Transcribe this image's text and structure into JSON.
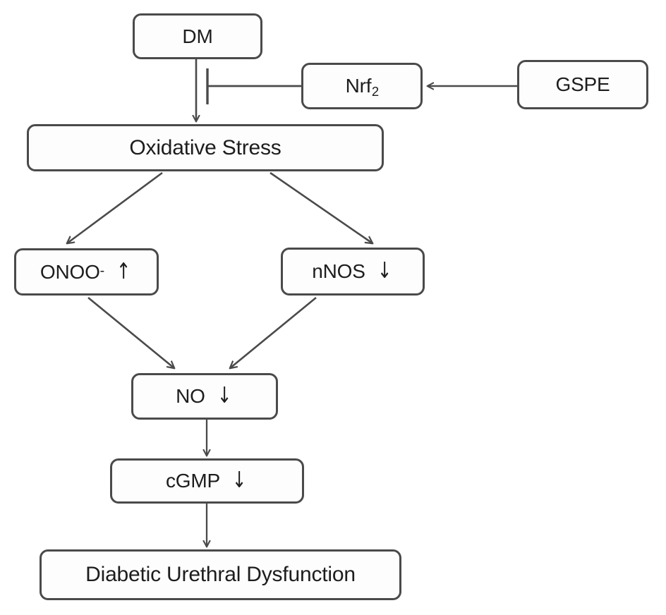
{
  "diagram": {
    "title": "GSPE / Nrf2 pathway in diabetic urethral dysfunction",
    "background_color": "#ffffff",
    "stroke_color": "#4a4a4a",
    "text_color": "#1d1d1d",
    "nodes": {
      "dm": {
        "id": "dm",
        "label": "DM"
      },
      "nrf2": {
        "id": "nrf2",
        "label": "Nrf",
        "subscript": "2",
        "full_label": "Nrf2"
      },
      "gspe": {
        "id": "gspe",
        "label": "GSPE"
      },
      "oxidative": {
        "id": "oxidative",
        "label": "Oxidative Stress"
      },
      "onoo": {
        "id": "onoo",
        "label": "ONOO",
        "superscript": "-",
        "trend": "↑",
        "trend_name": "up-arrow",
        "full_label": "ONOO- ↑"
      },
      "nnos": {
        "id": "nnos",
        "label": "nNOS",
        "trend": "↓",
        "trend_name": "down-arrow",
        "full_label": "nNOS ↓"
      },
      "no": {
        "id": "no",
        "label": "NO",
        "trend": "↓",
        "trend_name": "down-arrow",
        "full_label": "NO ↓"
      },
      "cgmp": {
        "id": "cgmp",
        "label": "cGMP",
        "trend": "↓",
        "trend_name": "down-arrow",
        "full_label": "cGMP ↓"
      },
      "outcome": {
        "id": "outcome",
        "label": "Diabetic Urethral Dysfunction"
      }
    },
    "edges": [
      {
        "id": "dm-to-oxidative",
        "from": "dm",
        "to": "oxidative",
        "kind": "activation",
        "marker": "arrowhead"
      },
      {
        "id": "nrf2-inhibits-dm-axis",
        "from": "nrf2",
        "to": "dm-to-oxidative",
        "kind": "inhibition",
        "marker": "t-bar"
      },
      {
        "id": "gspe-to-nrf2",
        "from": "gspe",
        "to": "nrf2",
        "kind": "activation",
        "marker": "arrowhead"
      },
      {
        "id": "oxidative-to-onoo",
        "from": "oxidative",
        "to": "onoo",
        "kind": "activation",
        "marker": "arrowhead"
      },
      {
        "id": "oxidative-to-nnos",
        "from": "oxidative",
        "to": "nnos",
        "kind": "activation",
        "marker": "arrowhead"
      },
      {
        "id": "onoo-to-no",
        "from": "onoo",
        "to": "no",
        "kind": "activation",
        "marker": "arrowhead"
      },
      {
        "id": "nnos-to-no",
        "from": "nnos",
        "to": "no",
        "kind": "activation",
        "marker": "arrowhead"
      },
      {
        "id": "no-to-cgmp",
        "from": "no",
        "to": "cgmp",
        "kind": "activation",
        "marker": "arrowhead"
      },
      {
        "id": "cgmp-to-outcome",
        "from": "cgmp",
        "to": "outcome",
        "kind": "activation",
        "marker": "arrowhead"
      }
    ]
  }
}
